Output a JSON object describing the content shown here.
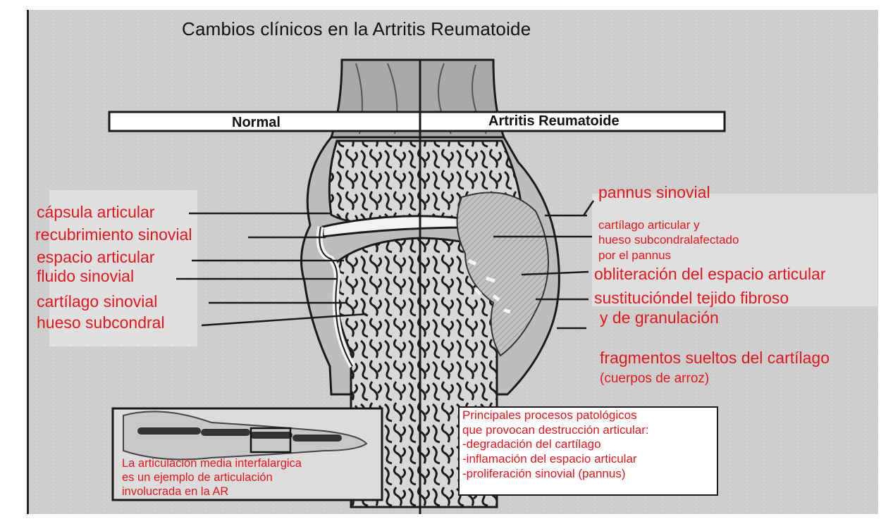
{
  "title": "Cambios clínicos en la Artritis Reumatoide",
  "headers": {
    "normal": "Normal",
    "ar": "Artritis Reumatoide"
  },
  "labels_left": [
    "cápsula articular",
    "recubrimiento sinovial",
    "espacio articular",
    "fluido sinovial",
    "cartílago sinovial",
    "hueso subcondral"
  ],
  "labels_right": {
    "pannus": "pannus sinovial",
    "cartilage_affected": [
      "cartílago articular y",
      "hueso subcondralafectado",
      "por el pannus"
    ],
    "obliteration": "obliteración del espacio articular",
    "substitution": [
      "sustitucióndel tejido fibroso",
      "y de granulación"
    ],
    "fragments": [
      "fragmentos sueltos del cartílago",
      "(cuerpos de arroz)"
    ]
  },
  "inset_caption": [
    "La articulación media interfalargica",
    "es un ejemplo de articulación",
    "involucrada en la AR"
  ],
  "processes_box": {
    "heading": [
      "Principales procesos patológicos",
      "que provocan destrucción articular:"
    ],
    "items": [
      "-degradación del cartílago",
      "-inflamación del espacio articular",
      "-proliferación sinovial (pannus)"
    ]
  },
  "colors": {
    "label_red": "#e0161d",
    "paper": "#d2d2d2",
    "bone": "#b8b8b8",
    "ink": "#1a1a1a"
  }
}
